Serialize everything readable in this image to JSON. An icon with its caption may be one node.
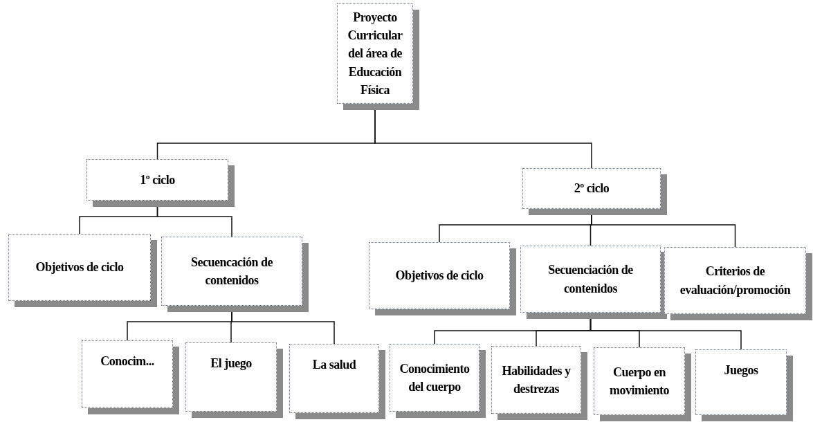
{
  "diagram": {
    "nodes": [
      {
        "text": [
          "Proyecto Curricular del área de Educación Física"
        ]
      },
      {
        "text": [
          "1º ciclo"
        ]
      },
      {
        "text": [
          "2º ciclo"
        ]
      },
      {
        "text": [
          "Objetivos de ciclo"
        ]
      },
      {
        "text": [
          "Secuencación de contenidos"
        ]
      },
      {
        "text": [
          "Objetivos de ciclo"
        ]
      },
      {
        "text": [
          "Secuenciación de contenidos"
        ]
      },
      {
        "text": [
          "Criterios de evaluación/promoción"
        ]
      },
      {
        "text": [
          "Conocim..."
        ]
      },
      {
        "text": [
          "El juego"
        ]
      },
      {
        "text": [
          "La salud"
        ]
      },
      {
        "text": [
          "Conocimiento del cuerpo"
        ]
      },
      {
        "text": [
          "Habilidades y destrezas"
        ]
      },
      {
        "text": [
          "Cuerpo en movimiento"
        ]
      },
      {
        "text": [
          "Juegos"
        ]
      }
    ],
    "edges": [
      {
        "from": 0,
        "to": 1,
        "arrow": "none"
      },
      {
        "from": 0,
        "to": 2,
        "arrow": "none"
      },
      {
        "from": 1,
        "to": 3,
        "arrow": "none"
      },
      {
        "from": 1,
        "to": 4,
        "arrow": "none"
      },
      {
        "from": 2,
        "to": 5,
        "arrow": "none"
      },
      {
        "from": 2,
        "to": 6,
        "arrow": "none"
      },
      {
        "from": 2,
        "to": 7,
        "arrow": "none"
      },
      {
        "from": 4,
        "to": 8,
        "arrow": "none"
      },
      {
        "from": 4,
        "to": 9,
        "arrow": "none"
      },
      {
        "from": 4,
        "to": 10,
        "arrow": "none"
      },
      {
        "from": 6,
        "to": 11,
        "arrow": "none"
      },
      {
        "from": 6,
        "to": 12,
        "arrow": "none"
      },
      {
        "from": 6,
        "to": 13,
        "arrow": "none"
      },
      {
        "from": 6,
        "to": 14,
        "arrow": "none"
      }
    ]
  }
}
